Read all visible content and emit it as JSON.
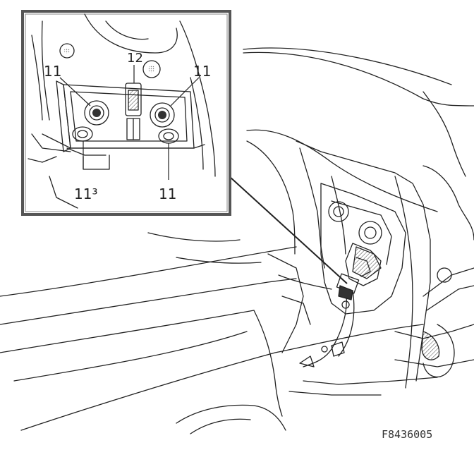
{
  "figure": {
    "code": "F8436005"
  },
  "inset": {
    "callouts": {
      "top": "12",
      "upper_left": "11",
      "upper_right": "11",
      "lower_left": "11³",
      "lower_right": "11"
    }
  },
  "colors": {
    "ink": "#222222",
    "paper": "#ffffff",
    "inset_border": "#555555"
  }
}
